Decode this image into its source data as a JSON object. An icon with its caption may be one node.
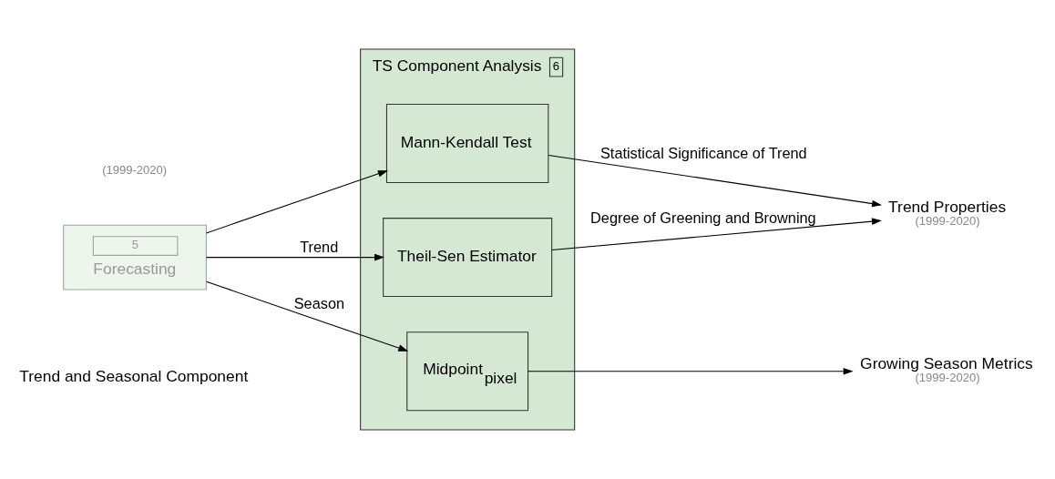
{
  "diagram": {
    "nodes": [
      {
        "text": [
          "5",
          "Forecasting"
        ]
      },
      {
        "text": [
          "TS Component Analysis",
          "6"
        ]
      },
      {
        "text": [
          "Mann-Kendall Test"
        ],
        "in": 1
      },
      {
        "text": [
          "Theil-Sen Estimator"
        ],
        "in": 1
      },
      {
        "text": [
          "Midpoint$_{pixel}$"
        ],
        "in": 1
      },
      {
        "text": [
          "Trend Properties"
        ],
        "beside": [
          "(1999-2020)"
        ]
      },
      {
        "text": [
          "Growing Season Metrics"
        ],
        "beside": [
          "(1999-2020)"
        ]
      }
    ],
    "edges": [
      {
        "from": 0,
        "to": 2,
        "arrow": "to"
      },
      {
        "from": 0,
        "to": 3,
        "arrow": "to",
        "label": "Trend"
      },
      {
        "from": 0,
        "to": 4,
        "arrow": "to",
        "label": "Season"
      },
      {
        "from": 2,
        "to": 5,
        "arrow": "to",
        "label": "Statistical Significance of Trend"
      },
      {
        "from": 3,
        "to": 5,
        "arrow": "to",
        "label": "Degree of Greening and Browning"
      },
      {
        "from": 4,
        "to": 6,
        "arrow": "to"
      }
    ],
    "labels": [
      "Trend and Seasonal Component",
      "(1999-2020)"
    ]
  }
}
